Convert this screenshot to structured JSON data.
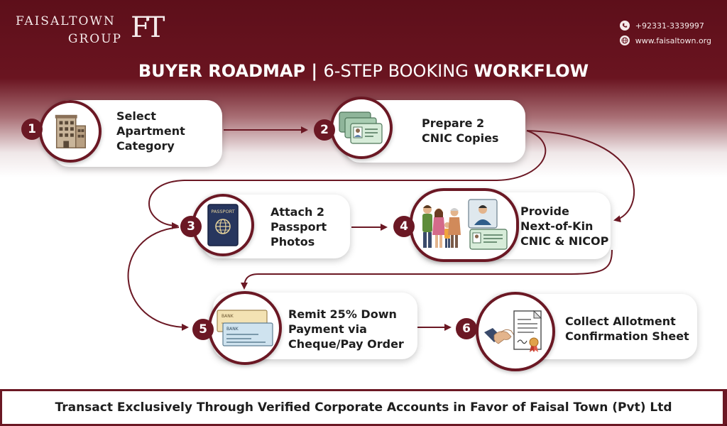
{
  "brand": {
    "name_line1": "FAISALTOWN",
    "name_line2": "GROUP",
    "monogram": "FT"
  },
  "contact": {
    "phone": "+92331-3339997",
    "website": "www.faisaltown.org",
    "phone_icon": "phone-icon",
    "web_icon": "globe-icon"
  },
  "title": {
    "part1": "BUYER ROADMAP | ",
    "part2": "6-STEP BOOKING ",
    "part3": "WORKFLOW"
  },
  "steps": [
    {
      "number": "1",
      "lines": [
        "Select",
        "Apartment",
        "Category"
      ],
      "icon": "building-icon"
    },
    {
      "number": "2",
      "lines": [
        "Prepare 2",
        "CNIC Copies"
      ],
      "icon": "id-cards-icon"
    },
    {
      "number": "3",
      "lines": [
        "Attach 2",
        "Passport",
        "Photos"
      ],
      "icon": "passport-icon"
    },
    {
      "number": "4",
      "lines": [
        "Provide",
        "Next-of-Kin",
        "CNIC & NICOP"
      ],
      "icon": "family-id-icon"
    },
    {
      "number": "5",
      "lines": [
        "Remit 25% Down",
        "Payment via",
        "Cheque/Pay Order"
      ],
      "icon": "bank-cheque-icon"
    },
    {
      "number": "6",
      "lines": [
        "Collect Allotment",
        "Confirmation Sheet"
      ],
      "icon": "handshake-certificate-icon"
    }
  ],
  "icon_labels": {
    "passport": "PASSPORT",
    "bank": "BANK"
  },
  "footer": {
    "text": "Transact Exclusively Through Verified Corporate Accounts in Favor of Faisal Town (Pvt) Ltd"
  },
  "colors": {
    "brand_maroon": "#6b1824",
    "header_dark": "#5d0f1a",
    "card_white": "#ffffff",
    "text_dark": "#1e1e1e"
  }
}
